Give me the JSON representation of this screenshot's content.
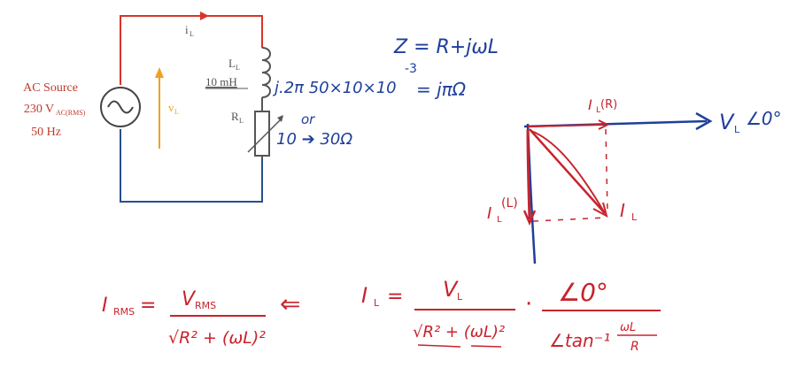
{
  "circuit": {
    "source_label_lines": [
      "AC Source",
      "230 V",
      "50 Hz"
    ],
    "source_subscript": "AC(RMS)",
    "current_label": "i",
    "current_sub": "L",
    "voltage_label": "v",
    "voltage_sub": "L",
    "inductor_label": "L",
    "inductor_sub": "L",
    "inductor_value": "10 mH",
    "resistor_label": "R",
    "resistor_sub": "L"
  },
  "annotations": {
    "impedance": "Z = R+jωL",
    "reactance_calc": "j.2π 50×10×10",
    "reactance_exp": "-3",
    "reactance_result": "= jπΩ",
    "resistor_or": "or",
    "resistor_range": "10 ➔ 30Ω"
  },
  "phasor": {
    "vl_label": "V",
    "vl_sub": "L",
    "vl_angle": "∠0°",
    "ir_label": "I",
    "ir_sub": "L",
    "ir_paren": "(R)",
    "il_label": "I",
    "il_sub": "L",
    "il_paren": "(L)",
    "i_total": "I",
    "i_total_sub": "L"
  },
  "equations": {
    "irms_lhs": "I",
    "irms_lhs_sub": "RMS",
    "irms_num": "V",
    "irms_num_sub": "RMS",
    "irms_den": "√R² + (ωL)²",
    "arrow": "⇐",
    "il_lhs": "I",
    "il_lhs_sub": "L",
    "il_num": "V",
    "il_num_sub": "L",
    "il_den": "√R² + (ωL)²",
    "dot": "·",
    "angle_num": "∠0°",
    "angle_den": "∠tan⁻¹",
    "angle_frac_num": "ωL",
    "angle_frac_den": "R"
  },
  "colors": {
    "wire_red": "#d9342a",
    "wire_blue": "#2a4e8c",
    "pen_blue": "#1f3f9a",
    "pen_red": "#c8232c",
    "arrow_orange": "#f0a020",
    "print_gray": "#555555",
    "label_red": "#c0392b"
  }
}
